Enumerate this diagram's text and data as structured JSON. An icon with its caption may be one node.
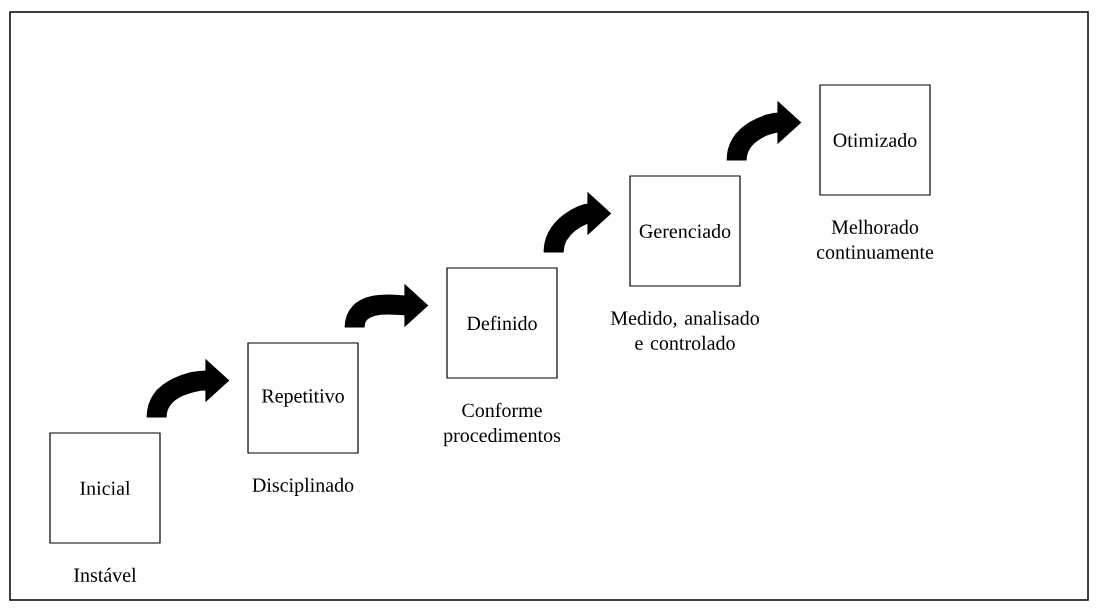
{
  "diagram": {
    "nodes": [
      {
        "text": [
          "Inicial"
        ],
        "beside": [
          "Instável"
        ]
      },
      {
        "text": [
          "Repetitivo"
        ],
        "beside": [
          "Disciplinado"
        ]
      },
      {
        "text": [
          "Definido"
        ],
        "beside": [
          "Conforme procedimentos"
        ]
      },
      {
        "text": [
          "Gerenciado"
        ],
        "beside": [
          "Medido, analisado e controlado"
        ]
      },
      {
        "text": [
          "Otimizado"
        ],
        "beside": [
          "Melhorado continuamente"
        ]
      }
    ],
    "edges": [
      {
        "from": 0,
        "to": 1,
        "arrow": "to"
      },
      {
        "from": 1,
        "to": 2,
        "arrow": "to"
      },
      {
        "from": 2,
        "to": 3,
        "arrow": "to"
      },
      {
        "from": 3,
        "to": 4,
        "arrow": "to"
      }
    ]
  }
}
